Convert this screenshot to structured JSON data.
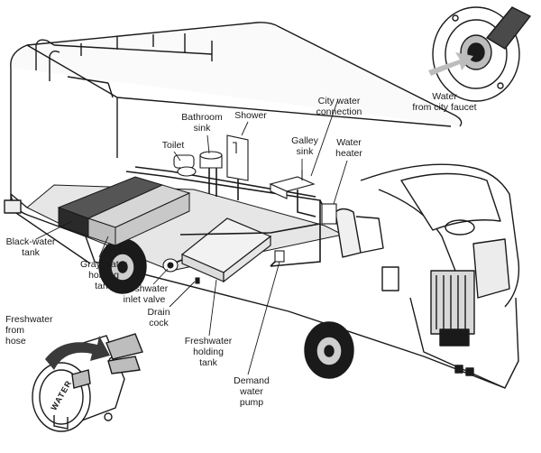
{
  "labels": {
    "city_water_connection": "City water\nconnection",
    "water_from_city_faucet": "Water\nfrom city faucet",
    "bathroom_sink": "Bathroom\nsink",
    "shower": "Shower",
    "toilet": "Toilet",
    "galley_sink": "Galley\nsink",
    "water_heater": "Water\nheater",
    "black_water_tank": "Black-water\ntank",
    "gray_water_holding_tank": "Gray-water\nholding\ntank",
    "freshwater_inlet_valve": "Freshwater\ninlet valve",
    "drain_cock": "Drain\ncock",
    "freshwater_holding_tank": "Freshwater\nholding\ntank",
    "demand_water_pump": "Demand\nwater\npump",
    "freshwater_from_hose": "Freshwater\nfrom\nhose",
    "inlet_cap_text": "WATER"
  },
  "colors": {
    "ink": "#1a1a1a",
    "black_tank": "#2a2a2a",
    "gray_tank": "#bdbdbd",
    "floor": "#e6e6e6",
    "body_shade": "#f4f4f4"
  }
}
